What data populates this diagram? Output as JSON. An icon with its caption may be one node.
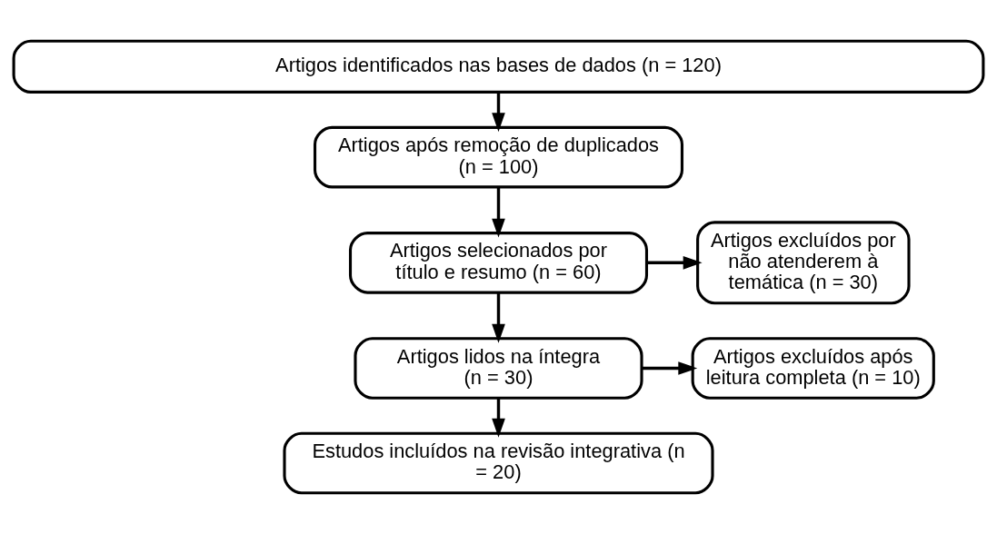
{
  "diagram": {
    "nodes": [
      {
        "text": [
          "Artigos identificados nas bases de dados (n = 120)"
        ]
      },
      {
        "text": [
          "Artigos após remoção de duplicados (n = 100)"
        ]
      },
      {
        "text": [
          "Artigos selecionados por título e resumo (n = 60)"
        ]
      },
      {
        "text": [
          "Artigos excluídos por não atenderem à temática (n = 30)"
        ]
      },
      {
        "text": [
          "Artigos lidos na íntegra (n = 30)"
        ]
      },
      {
        "text": [
          "Artigos excluídos após leitura completa (n = 10)"
        ]
      },
      {
        "text": [
          "Estudos incluídos na revisão integrativa (n = 20)"
        ]
      }
    ],
    "edges": [
      {
        "from": 0,
        "to": 1,
        "arrow": "to"
      },
      {
        "from": 1,
        "to": 2,
        "arrow": "to"
      },
      {
        "from": 2,
        "to": 3,
        "arrow": "to"
      },
      {
        "from": 2,
        "to": 4,
        "arrow": "to"
      },
      {
        "from": 4,
        "to": 5,
        "arrow": "to"
      },
      {
        "from": 4,
        "to": 6,
        "arrow": "to"
      }
    ]
  }
}
